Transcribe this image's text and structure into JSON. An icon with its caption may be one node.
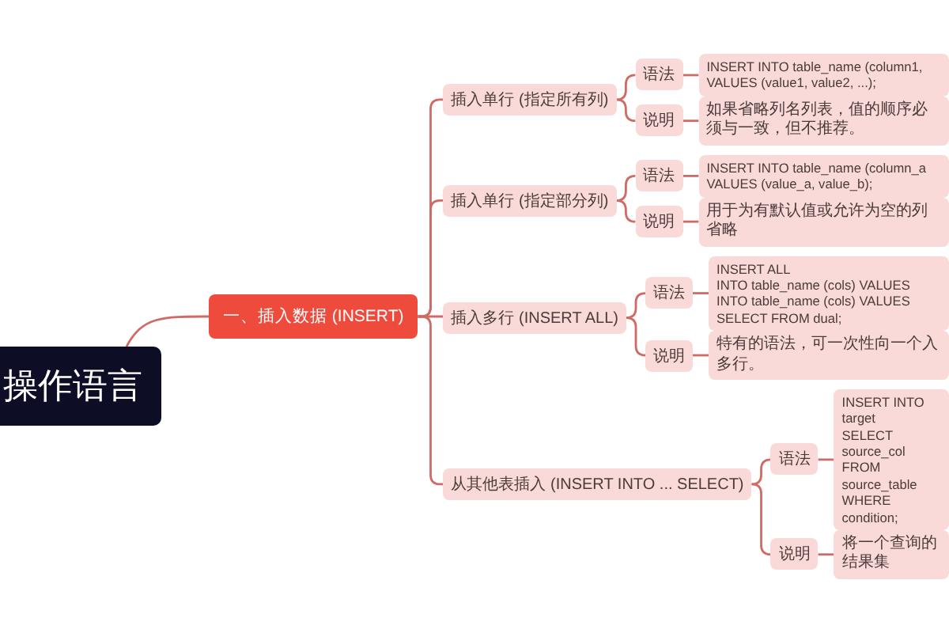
{
  "diagram": {
    "nodes": [
      {
        "text": [
          "操作语言"
        ]
      },
      {
        "text": [
          "一、插入数据 (INSERT)"
        ]
      },
      {
        "text": [
          "插入单行 (指定所有列)"
        ]
      },
      {
        "text": [
          "语法"
        ]
      },
      {
        "text": [
          "INSERT INTO table_name (column1,",
          "VALUES (value1, value2, ...);"
        ]
      },
      {
        "text": [
          "说明"
        ]
      },
      {
        "text": [
          "如果省略列名列表，值的顺序必须与一致，但不推荐。"
        ]
      },
      {
        "text": [
          "插入单行 (指定部分列)"
        ]
      },
      {
        "text": [
          "语法"
        ]
      },
      {
        "text": [
          "INSERT INTO table_name (column_a",
          "VALUES (value_a, value_b);"
        ]
      },
      {
        "text": [
          "说明"
        ]
      },
      {
        "text": [
          "用于为有默认值或允许为空的列省略"
        ]
      },
      {
        "text": [
          "插入多行 (INSERT ALL)"
        ]
      },
      {
        "text": [
          "语法"
        ]
      },
      {
        "text": [
          "INSERT ALL",
          "INTO table_name (cols) VALUES",
          "INTO table_name (cols) VALUES",
          "SELECT  FROM dual;"
        ]
      },
      {
        "text": [
          "说明"
        ]
      },
      {
        "text": [
          "特有的语法，可一次性向一个入多行。"
        ]
      },
      {
        "text": [
          "从其他表插入 (INSERT INTO ... SELECT)"
        ]
      },
      {
        "text": [
          "语法"
        ]
      },
      {
        "text": [
          "INSERT INTO target",
          "SELECT source_col",
          "FROM source_table",
          "WHERE condition;"
        ]
      },
      {
        "text": [
          "说明"
        ]
      },
      {
        "text": [
          "将一个查询的结果集"
        ]
      }
    ],
    "edges": [
      {
        "from": 0,
        "to": 1,
        "arrow": "none"
      },
      {
        "from": 1,
        "to": 2,
        "arrow": "none"
      },
      {
        "from": 1,
        "to": 7,
        "arrow": "none"
      },
      {
        "from": 1,
        "to": 12,
        "arrow": "none"
      },
      {
        "from": 1,
        "to": 17,
        "arrow": "none"
      },
      {
        "from": 2,
        "to": 3,
        "arrow": "none"
      },
      {
        "from": 2,
        "to": 5,
        "arrow": "none"
      },
      {
        "from": 3,
        "to": 4,
        "arrow": "none"
      },
      {
        "from": 5,
        "to": 6,
        "arrow": "none"
      },
      {
        "from": 7,
        "to": 8,
        "arrow": "none"
      },
      {
        "from": 7,
        "to": 10,
        "arrow": "none"
      },
      {
        "from": 8,
        "to": 9,
        "arrow": "none"
      },
      {
        "from": 10,
        "to": 11,
        "arrow": "none"
      },
      {
        "from": 12,
        "to": 13,
        "arrow": "none"
      },
      {
        "from": 12,
        "to": 15,
        "arrow": "none"
      },
      {
        "from": 13,
        "to": 14,
        "arrow": "none"
      },
      {
        "from": 15,
        "to": 16,
        "arrow": "none"
      },
      {
        "from": 17,
        "to": 18,
        "arrow": "none"
      },
      {
        "from": 17,
        "to": 20,
        "arrow": "none"
      },
      {
        "from": 18,
        "to": 19,
        "arrow": "none"
      },
      {
        "from": 20,
        "to": 21,
        "arrow": "none"
      }
    ]
  }
}
